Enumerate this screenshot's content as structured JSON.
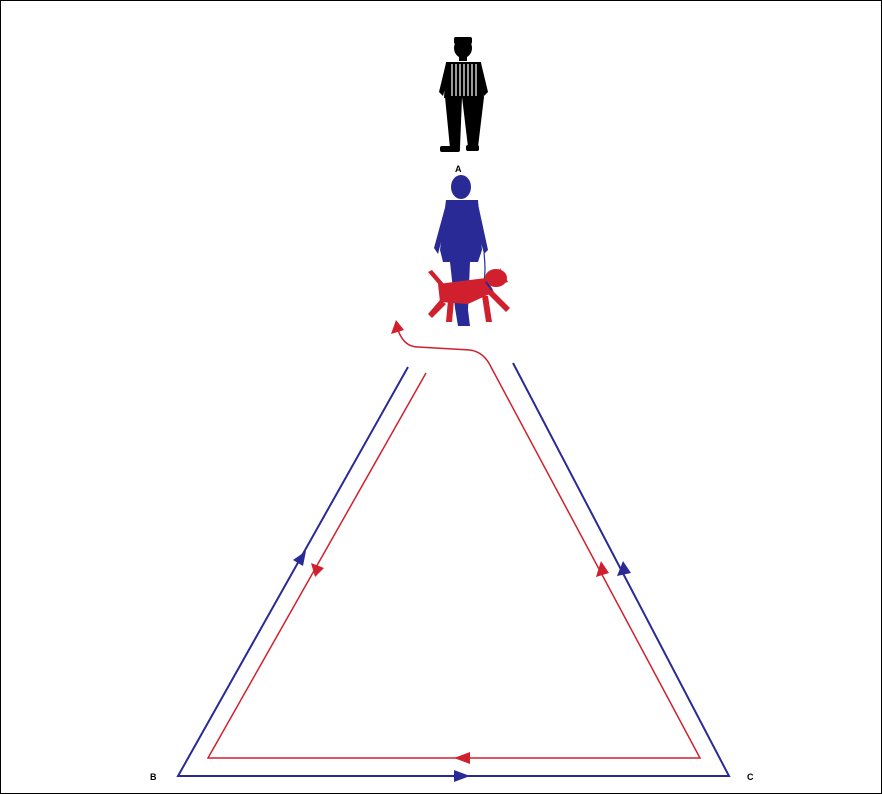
{
  "labels": {
    "a": "A",
    "b": "B",
    "c": "C"
  },
  "colors": {
    "frame": "#000000",
    "judge": "#000000",
    "handler": "#2a2a96",
    "dog": "#d0202e",
    "handler_path": "#2a2a96",
    "dog_path": "#d0202e"
  },
  "figures": {
    "judge": "judge-figure",
    "handler": "handler-figure",
    "dog": "dog-figure"
  }
}
